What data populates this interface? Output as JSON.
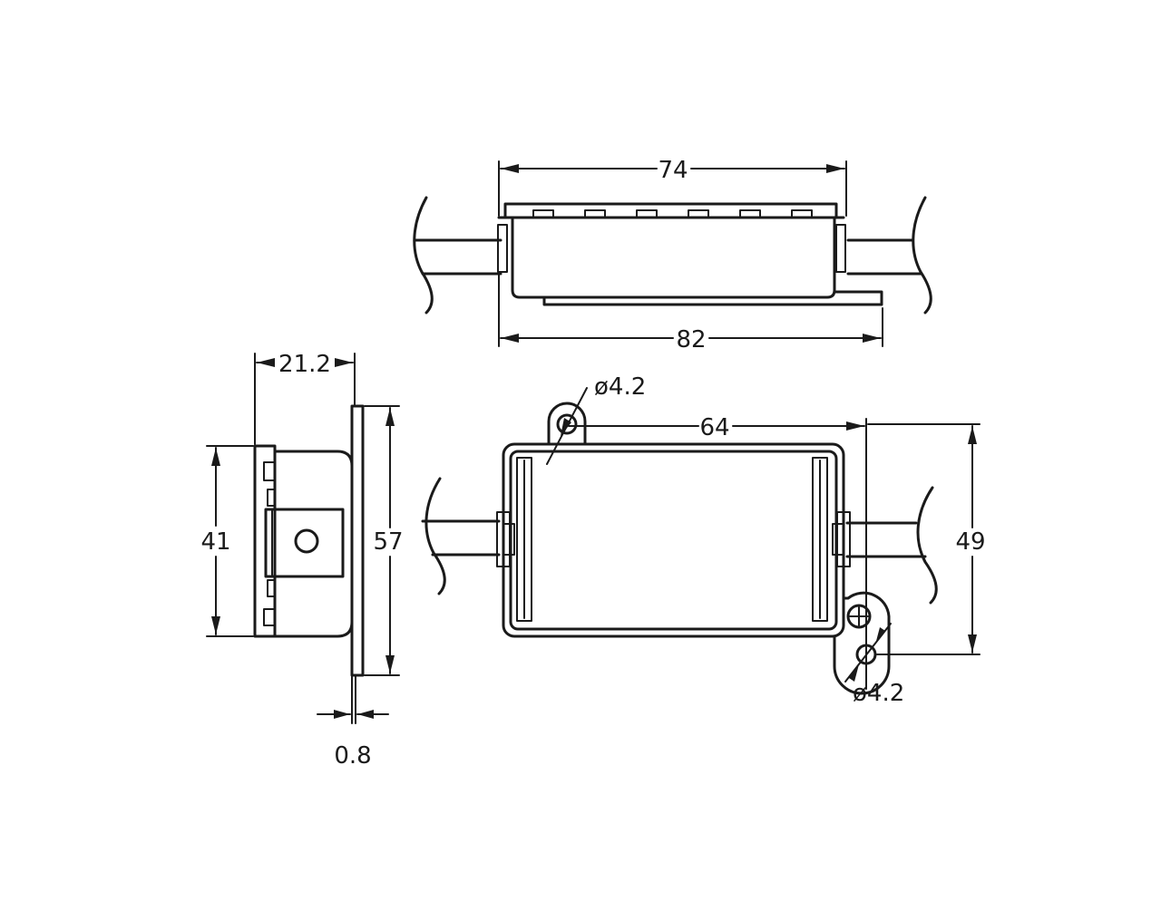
{
  "dimensions": {
    "top_width": "74",
    "bottom_width": "82",
    "side_depth": "21.2",
    "inner_height": "41",
    "flange_height": "57",
    "flange_thickness": "0.8",
    "hole_spacing": "64",
    "front_height": "49",
    "hole_diameter_top": "ø4.2",
    "hole_diameter_bottom": "ø4.2"
  },
  "colors": {
    "line": "#1a1a1a",
    "background": "#ffffff"
  }
}
